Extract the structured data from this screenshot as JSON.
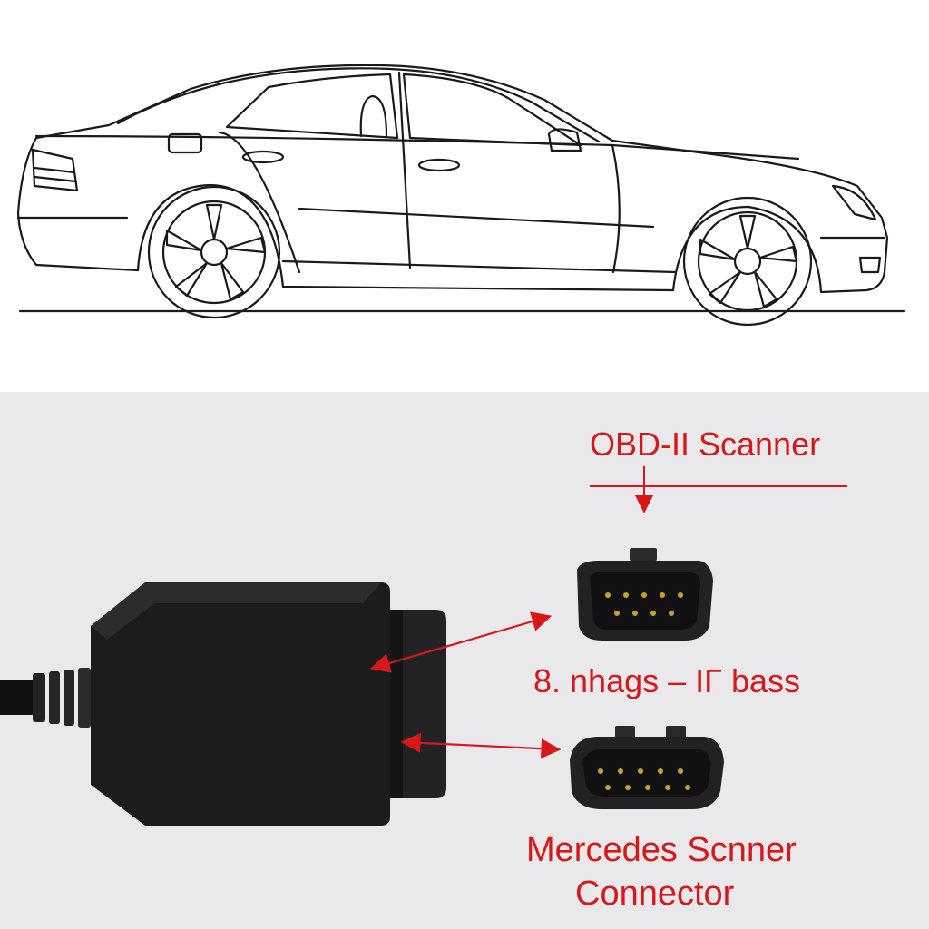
{
  "labels": {
    "scanner": "OBD-II Scanner",
    "pins": "8. nhags – IΓ bass",
    "connector_line1": "Mercedes Scnner",
    "connector_line2": "Connector"
  },
  "colors": {
    "annotation": "#d81818",
    "connector_body": "#1c1c1e",
    "panel_background": "#e9e9eb",
    "line_art": "#1a1a1a"
  },
  "icons": {
    "car": "sedan-side-view-line-art",
    "scanner_plug": "obd-plug-icon",
    "socket": "diagnostic-socket-icon"
  }
}
